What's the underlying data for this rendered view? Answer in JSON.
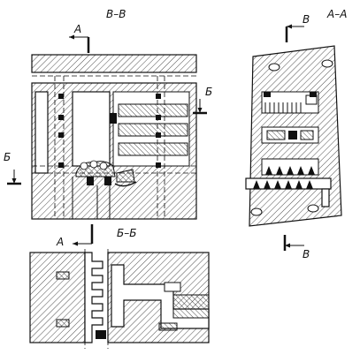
{
  "views": {
    "vv": {
      "title": "В–В"
    },
    "aa": {
      "title": "А–А"
    },
    "bb": {
      "title": "Б–Б"
    }
  },
  "cut_marks": {
    "a_top": "А",
    "b_right": "Б",
    "b_left": "Б",
    "v_top": "В",
    "v_bottom": "В",
    "a_bottom": "А"
  }
}
